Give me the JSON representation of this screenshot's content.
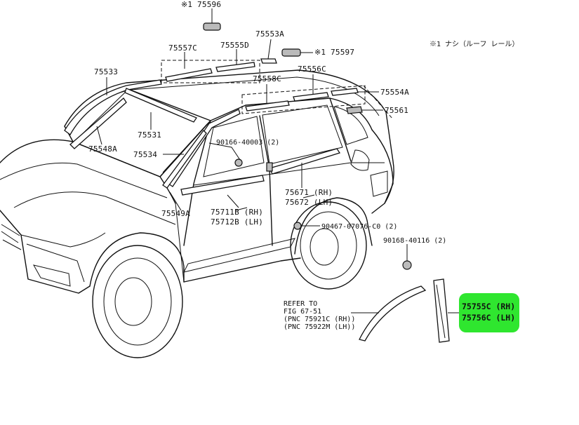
{
  "note": "※1 ナシ（ルーフ レール）",
  "highlight_color": "#2fe62f",
  "labels": {
    "p75596": "※1 75596",
    "p75553A": "75553A",
    "p75557C": "75557C",
    "p75555D": "75555D",
    "p75597": "※1 75597",
    "p75533": "75533",
    "p75558C": "75558C",
    "p75556C": "75556C",
    "p75554A": "75554A",
    "p75561": "75561",
    "p75531": "75531",
    "p75548A": "75548A",
    "p90166": "90166-40003 (2)",
    "p75534": "75534",
    "p75671": "75671 (RH)",
    "p75672": "75672 (LH)",
    "p75549A": "75549A",
    "p75711B": "75711B (RH)",
    "p75712B": "75712B (LH)",
    "p90467": "90467-07076-C0 (2)",
    "p90168": "90168-40116 (2)",
    "refer1": "REFER TO",
    "refer2": "FIG 67-51",
    "refer3": "(PNC 75921C (RH))",
    "refer4": "(PNC 75922M (LH))",
    "p75755C": "75755C (RH)",
    "p75756C": "75756C (LH)"
  }
}
